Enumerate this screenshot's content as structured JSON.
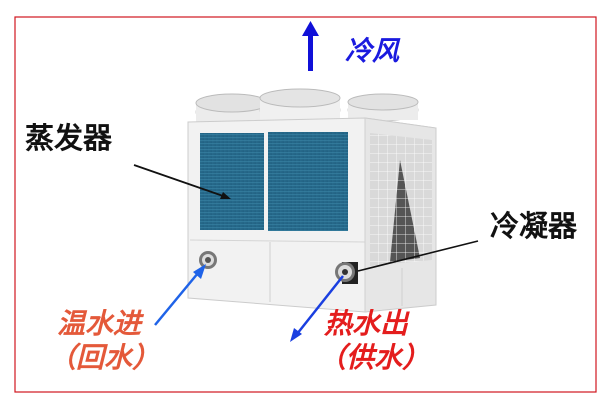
{
  "labels": {
    "cold_air": "冷风",
    "evaporator": "蒸发器",
    "condenser": "冷凝器",
    "warm_water_in": "温水进",
    "return_water": "（回水）",
    "hot_water_out": "热水出",
    "supply_water": "（供水）"
  },
  "colors": {
    "frame": "#d0161e",
    "cold_air": "#1a1adf",
    "warm_water": "#e4593a",
    "hot_water": "#e41d1d",
    "coil": "#2f6f8f",
    "water_arrow": "#1f63e8"
  }
}
